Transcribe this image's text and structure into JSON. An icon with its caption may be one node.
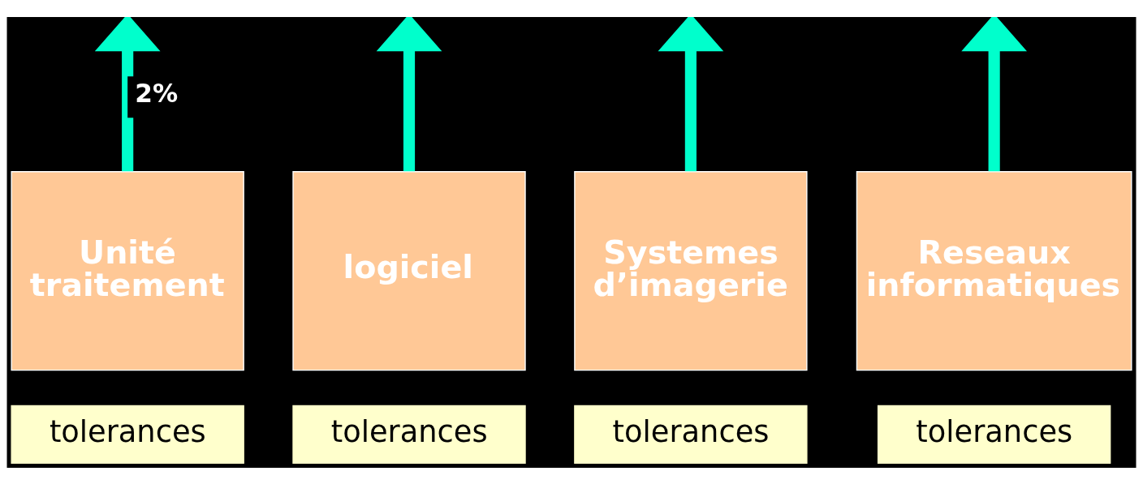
{
  "diagram": {
    "nodes": [
      {
        "text": [
          "Unité traitement"
        ]
      },
      {
        "text": [
          "logiciel"
        ]
      },
      {
        "text": [
          "Systemes d’imagerie"
        ]
      },
      {
        "text": [
          "Reseaux informatiques"
        ]
      },
      {
        "text": [
          "tolerances"
        ]
      },
      {
        "text": [
          "tolerances"
        ]
      },
      {
        "text": [
          "tolerances"
        ]
      },
      {
        "text": [
          "tolerances"
        ]
      }
    ],
    "edges": [
      {
        "from": 0,
        "to": null,
        "arrow": "to",
        "label": "2%"
      },
      {
        "from": 1,
        "to": null,
        "arrow": "to"
      },
      {
        "from": 2,
        "to": null,
        "arrow": "to"
      },
      {
        "from": 3,
        "to": null,
        "arrow": "to"
      }
    ]
  }
}
